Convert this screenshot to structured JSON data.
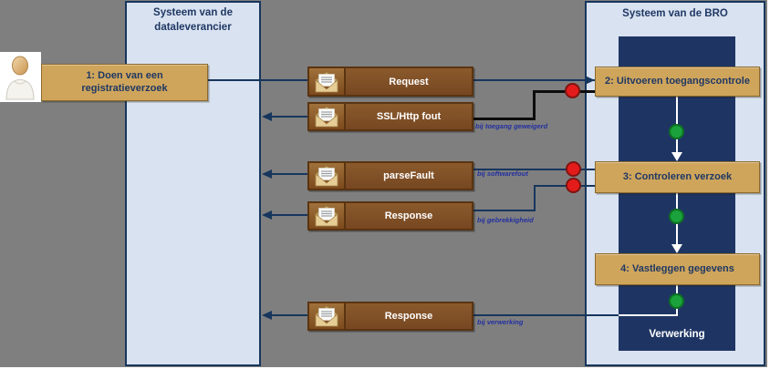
{
  "columns": {
    "left": {
      "title": "Systeem van de dataleverancier"
    },
    "right": {
      "title": "Systeem van de BRO"
    }
  },
  "actor": {
    "role": "dataleverancier-gebruiker"
  },
  "steps": [
    {
      "label": "1: Doen van een registratieverzoek"
    },
    {
      "label": "2: Uitvoeren toegangscontrole"
    },
    {
      "label": "3:  Controleren verzoek"
    },
    {
      "label": "4: Vastleggen gegevens"
    }
  ],
  "messages": [
    {
      "label": "Request",
      "condition": ""
    },
    {
      "label": "SSL/Http fout",
      "condition": "bij toegang geweigerd"
    },
    {
      "label": "parseFault",
      "condition": "bij softwarefout"
    },
    {
      "label": "Response",
      "condition": "bij gebrekkigheid"
    },
    {
      "label": "Response",
      "condition": "bij verwerking"
    }
  ],
  "activity": {
    "label": "Verwerking"
  },
  "icons": {
    "envelope": "envelope-icon",
    "person": "person-icon"
  },
  "colors": {
    "background_gray": "#7f7f7f",
    "column_fill": "#d9e2f0",
    "column_border": "#17365d",
    "activity_band": "#1e3564",
    "step_fill": "#cfa55b",
    "message_fill": "#82512a",
    "line_navy": "#17365d",
    "error_dot_red": "#e41b1b",
    "flow_dot_green": "#1ba23c",
    "condition_text": "#2330a0"
  }
}
